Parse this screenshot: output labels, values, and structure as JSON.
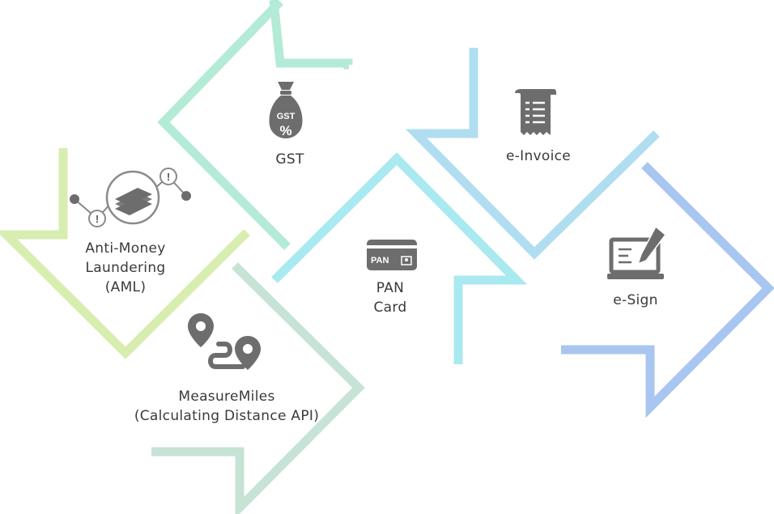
{
  "items": [
    {
      "key": "gst",
      "label": "GST",
      "icon": "money-bag-percent-icon",
      "badge": "GST",
      "color": "#b3ebd6"
    },
    {
      "key": "aml",
      "label_lines": [
        "Anti-Money",
        "Laundering",
        "(AML)"
      ],
      "icon": "money-stack-alert-icon",
      "color": "#d8edb0"
    },
    {
      "key": "pan",
      "label_lines": [
        "PAN",
        "Card"
      ],
      "icon": "id-card-icon",
      "badge": "PAN",
      "color": "#a9e9f0"
    },
    {
      "key": "einvoice",
      "label": "e-Invoice",
      "icon": "receipt-icon",
      "color": "#b0def0"
    },
    {
      "key": "esign",
      "label": "e-Sign",
      "icon": "laptop-pen-icon",
      "color": "#a9c6f0"
    },
    {
      "key": "measuremiles",
      "label_lines": [
        "MeasureMiles",
        "(Calculating Distance API)"
      ],
      "icon": "route-pins-icon",
      "color": "#c7e3d6"
    }
  ]
}
